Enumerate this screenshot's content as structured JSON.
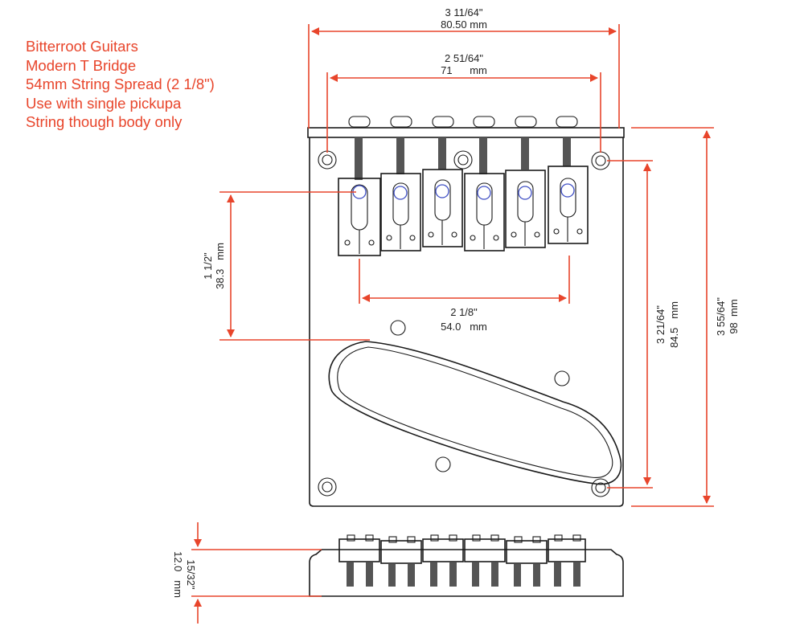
{
  "notes": {
    "lines": [
      "Bitterroot Guitars",
      "Modern T Bridge",
      "54mm String Spread (2 1/8\")",
      "Use with single pickupa",
      "String though body only"
    ]
  },
  "dimensions": {
    "overall_width": {
      "inch": "3 11/64\"",
      "mm": "80.50 mm"
    },
    "mount_hole_spacing": {
      "inch": "2 51/64\"",
      "mm": "71      mm"
    },
    "string_spread": {
      "inch": "2 1/8\"",
      "mm": "54.0   mm"
    },
    "saddle_to_pickup": {
      "inch": "1 1/2\"",
      "mm": "38.3   mm"
    },
    "mount_hole_vertical": {
      "inch": "3 21/64\"",
      "mm": "84.5   mm"
    },
    "overall_length": {
      "inch": "3 55/64\"",
      "mm": "98  mm"
    },
    "height": {
      "inch": "15/32\"",
      "mm": "12.0   mm"
    }
  },
  "colors": {
    "annotation": "#e8452b",
    "line": "#1a1a1a",
    "saddle_hole": "#3f4fc4"
  }
}
